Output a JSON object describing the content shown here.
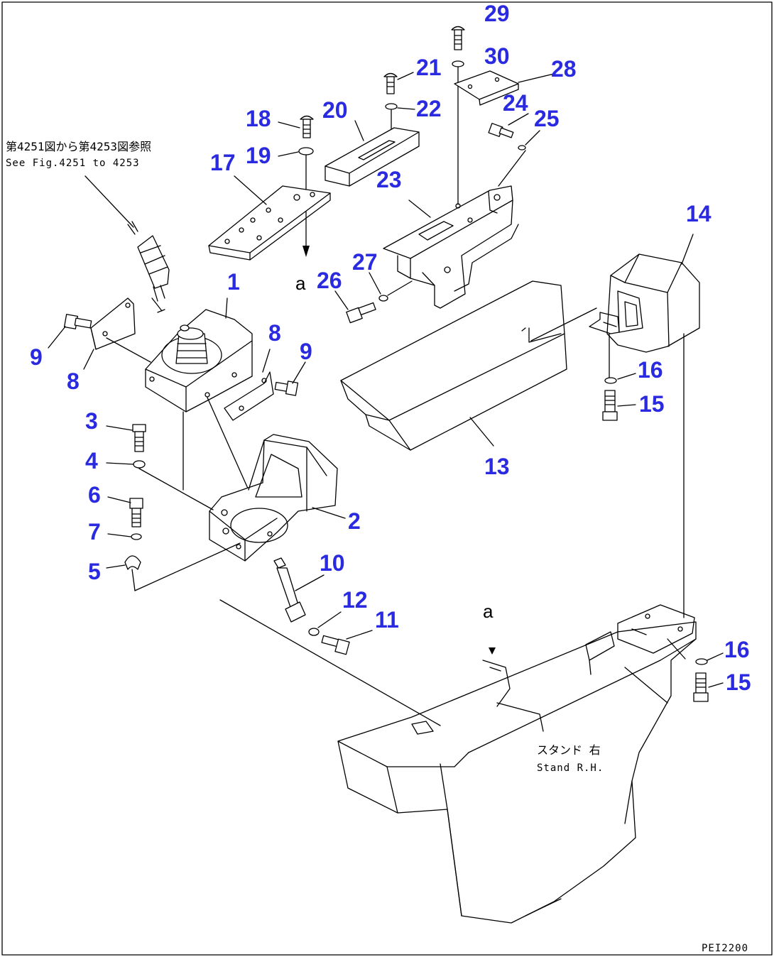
{
  "callouts": [
    {
      "id": "1",
      "label": "1"
    },
    {
      "id": "2",
      "label": "2"
    },
    {
      "id": "3",
      "label": "3"
    },
    {
      "id": "4",
      "label": "4"
    },
    {
      "id": "5",
      "label": "5"
    },
    {
      "id": "6",
      "label": "6"
    },
    {
      "id": "7",
      "label": "7"
    },
    {
      "id": "8a",
      "label": "8"
    },
    {
      "id": "8b",
      "label": "8"
    },
    {
      "id": "9a",
      "label": "9"
    },
    {
      "id": "9b",
      "label": "9"
    },
    {
      "id": "10",
      "label": "10"
    },
    {
      "id": "11",
      "label": "11"
    },
    {
      "id": "12",
      "label": "12"
    },
    {
      "id": "13",
      "label": "13"
    },
    {
      "id": "14",
      "label": "14"
    },
    {
      "id": "15a",
      "label": "15"
    },
    {
      "id": "15b",
      "label": "15"
    },
    {
      "id": "16a",
      "label": "16"
    },
    {
      "id": "16b",
      "label": "16"
    },
    {
      "id": "17",
      "label": "17"
    },
    {
      "id": "18",
      "label": "18"
    },
    {
      "id": "19",
      "label": "19"
    },
    {
      "id": "20",
      "label": "20"
    },
    {
      "id": "21",
      "label": "21"
    },
    {
      "id": "22",
      "label": "22"
    },
    {
      "id": "23",
      "label": "23"
    },
    {
      "id": "24",
      "label": "24"
    },
    {
      "id": "25",
      "label": "25"
    },
    {
      "id": "26",
      "label": "26"
    },
    {
      "id": "27",
      "label": "27"
    },
    {
      "id": "28",
      "label": "28"
    },
    {
      "id": "29",
      "label": "29"
    },
    {
      "id": "30",
      "label": "30"
    }
  ],
  "notes": {
    "reference_jp": "第4251図から第4253図参照",
    "reference_en": "See Fig.4251 to 4253",
    "stand_jp": "スタンド 右",
    "stand_en": "Stand R.H.",
    "marker_a": "a",
    "drawing_code": "PEI2200"
  }
}
